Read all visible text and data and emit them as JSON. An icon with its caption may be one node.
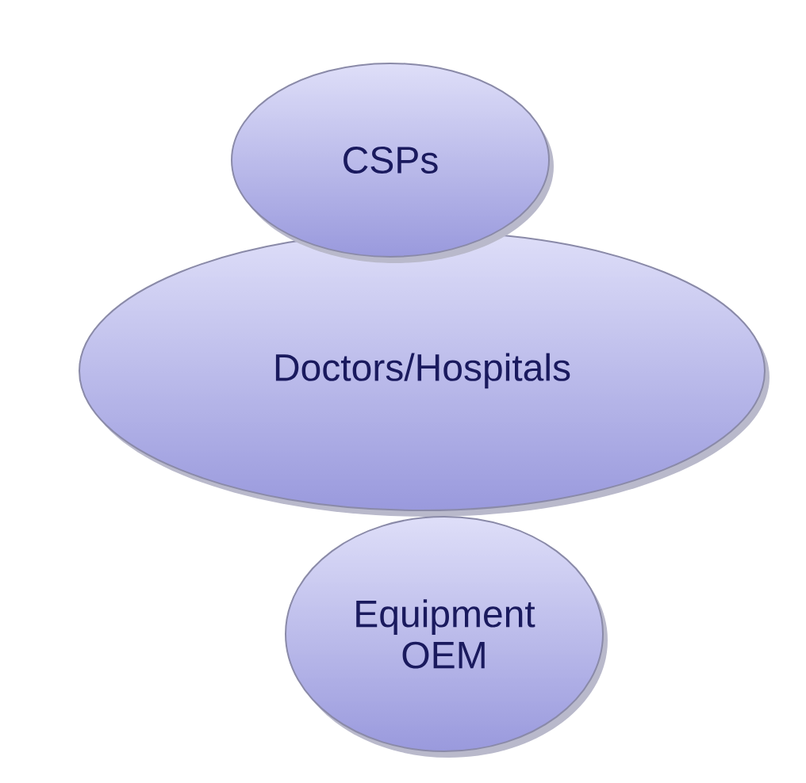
{
  "diagram": {
    "nodes": [
      {
        "text": [
          "CSPs"
        ]
      },
      {
        "text": [
          "Doctors/Hospitals"
        ]
      },
      {
        "text": [
          "Equipment OEM"
        ]
      }
    ]
  }
}
